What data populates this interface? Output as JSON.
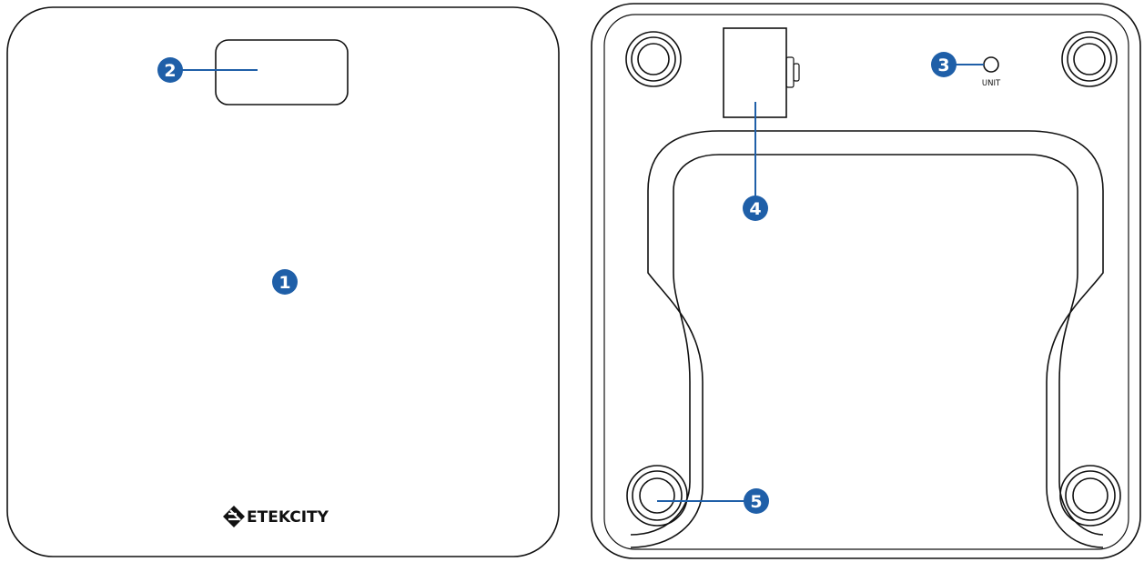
{
  "front_view": {
    "brand": "ETEKCITY",
    "callouts": [
      "1",
      "2"
    ]
  },
  "back_view": {
    "unit_label": "UNIT",
    "callouts": [
      "3",
      "4",
      "5"
    ]
  },
  "colors": {
    "callout": "#1f5fa8",
    "outline": "#111111"
  },
  "icons": [
    "etekcity-logo-icon"
  ]
}
